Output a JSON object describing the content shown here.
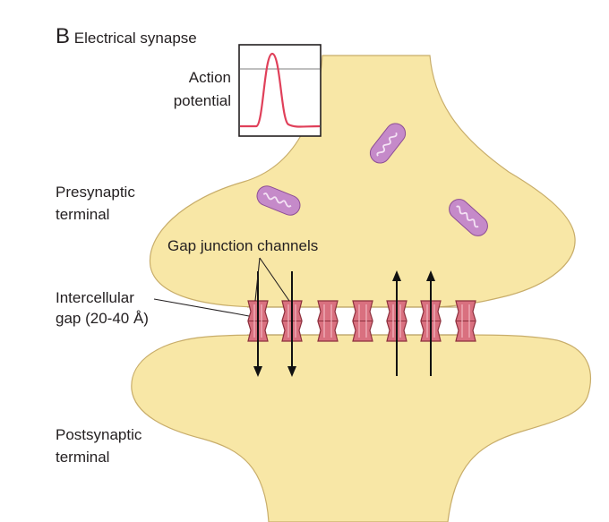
{
  "panel": {
    "letter": "B",
    "title": "Electrical synapse"
  },
  "labels": {
    "action_potential_line1": "Action",
    "action_potential_line2": "potential",
    "presynaptic_line1": "Presynaptic",
    "presynaptic_line2": "terminal",
    "gap_junction": "Gap junction channels",
    "intercellular_line1": "Intercellular",
    "intercellular_line2": "gap (20-40 Å)",
    "postsynaptic_line1": "Postsynaptic",
    "postsynaptic_line2": "terminal"
  },
  "colors": {
    "cell_fill": "#f8e7a6",
    "cell_stroke": "#c8ad6a",
    "channel_fill": "#d9707f",
    "channel_stroke": "#8c2f3c",
    "mitochondria_fill": "#c58ac9",
    "trace": "#e0405a"
  },
  "flow_directions": [
    "down",
    "down",
    "none",
    "none",
    "up",
    "up",
    "none"
  ]
}
